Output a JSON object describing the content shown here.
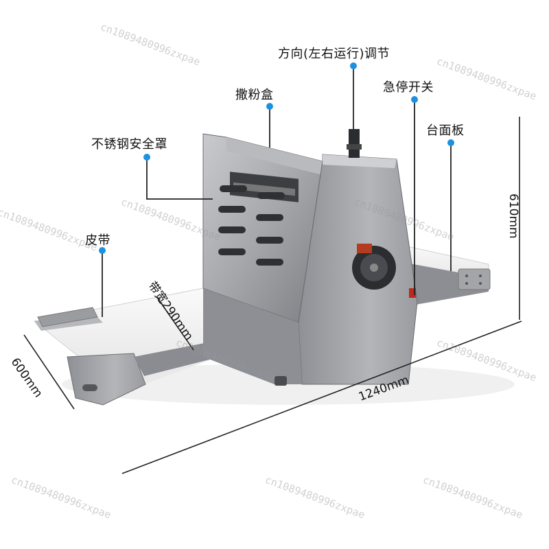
{
  "labels": {
    "direction": "方向(左右运行)调节",
    "flour_box": "撒粉盒",
    "estop": "急停开关",
    "table": "台面板",
    "guard": "不锈钢安全罩",
    "belt": "皮带"
  },
  "dimensions": {
    "belt_width": "带宽290mm",
    "depth": "600mm",
    "length": "1240mm",
    "height": "610mm"
  },
  "watermark": "cn1089480996zxpae",
  "colors": {
    "accent_dot": "#1e90e0",
    "steel": "#9a9ba0",
    "belt": "#f4f4f4"
  }
}
